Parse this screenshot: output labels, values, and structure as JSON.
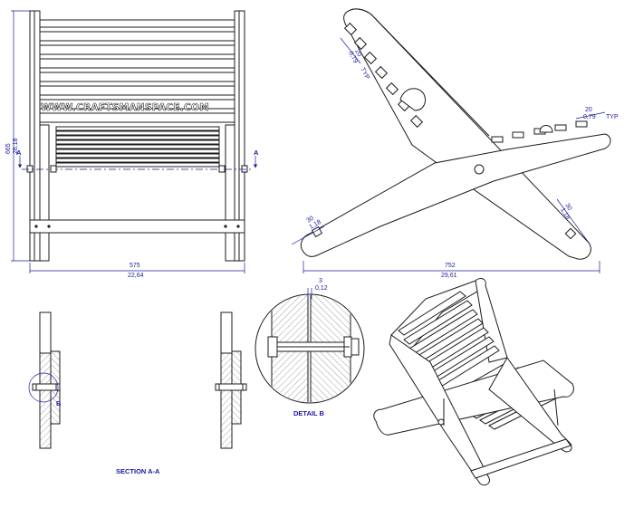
{
  "watermark": "WWW.CRAFTSMANSPACE.COM",
  "front_view": {
    "height_mm": "665",
    "height_in": "26,18",
    "width_mm": "575",
    "width_in": "22,64",
    "section_marker_left": "A",
    "section_marker_right": "A"
  },
  "side_view": {
    "length_mm": "752",
    "length_in": "29,61",
    "slat_mm": "20",
    "slat_in": "0,79",
    "slat_note": "TYP",
    "slat2_mm": "20",
    "slat2_in": "0,79",
    "slat2_note": "TYP",
    "end_left_mm": "30",
    "end_left_in": "1,18",
    "end_right_mm": "30",
    "end_right_in": "1,18"
  },
  "section": {
    "label": "SECTION A-A",
    "detail_marker": "B"
  },
  "detail": {
    "label": "DETAIL B",
    "gap_mm": "3",
    "gap_in": "0,12"
  },
  "colors": {
    "dimension_blue": "#1a1aa0",
    "line_black": "#1b1b1b"
  }
}
